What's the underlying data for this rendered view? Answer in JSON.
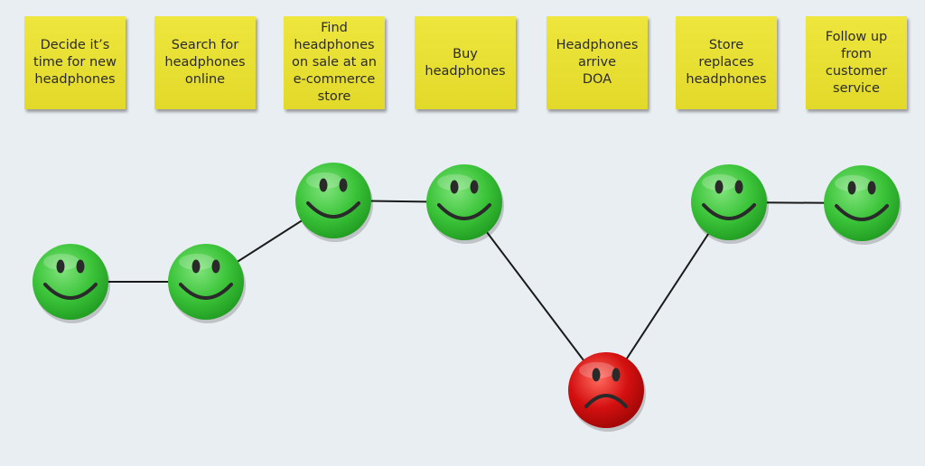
{
  "steps": [
    {
      "label": "Decide it’s\ntime for new\nheadphones",
      "mood": "happy"
    },
    {
      "label": "Search for\nheadphones\nonline",
      "mood": "happy"
    },
    {
      "label": "Find\nheadphones\non sale at an\ne-commerce\nstore",
      "mood": "happy"
    },
    {
      "label": "Buy\nheadphones",
      "mood": "happy"
    },
    {
      "label": "Headphones\narrive\nDOA",
      "mood": "sad"
    },
    {
      "label": "Store\nreplaces\nheadphones",
      "mood": "happy"
    },
    {
      "label": "Follow up\nfrom\ncustomer\nservice",
      "mood": "happy"
    }
  ],
  "colors": {
    "note": "#e6dd33",
    "happy": "#3cc43a",
    "sad": "#d41010",
    "line": "#1a1a1a",
    "background": "#e9eef2"
  }
}
